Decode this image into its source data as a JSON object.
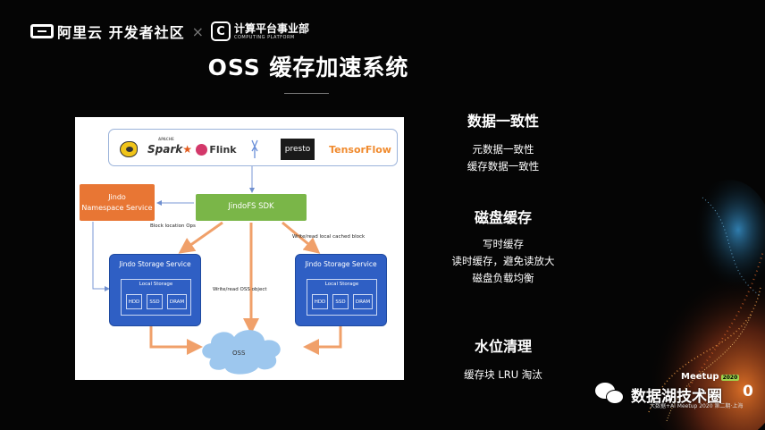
{
  "header": {
    "org": "阿里云 开发者社区",
    "separator": "×",
    "partner_icon_letter": "C",
    "partner_name": "计算平台事业部",
    "partner_subtitle": "COMPUTING PLATFORM"
  },
  "title": "OSS 缓存加速系统",
  "diagram": {
    "frameworks": [
      "Spark",
      "Flink",
      "presto",
      "TensorFlow"
    ],
    "spark_prefix": "APACHE",
    "namespace_service": [
      "Jindo",
      "Namespace Service"
    ],
    "sdk": "JindoFS SDK",
    "block_location_label": "Block location Ops",
    "local_cache_label": "Write/read local cached block",
    "oss_object_label": "Write/read OSS object",
    "storage_service_title": "Jindo Storage Service",
    "local_storage_title": "Local Storage",
    "tiers": [
      "HDD",
      "SSD",
      "DRAM"
    ],
    "oss_label": "OSS"
  },
  "features": [
    {
      "heading": "数据一致性",
      "lines": [
        "元数据一致性",
        "缓存数据一致性"
      ]
    },
    {
      "heading": "磁盘缓存",
      "lines": [
        "写时缓存",
        "读时缓存，避免读放大",
        "磁盘负载均衡"
      ]
    },
    {
      "heading": "水位清理",
      "lines": [
        "缓存块 LRU 淘汰"
      ]
    }
  ],
  "footer": {
    "meetup": "Meetup",
    "meetup_tag": "2020",
    "meetup_sub": "大数据+AI Meetup 2020 第二期·上海",
    "zero": "0",
    "wechat_name": "数据湖技术圈"
  },
  "colors": {
    "background": "#050505",
    "namespace_orange": "#e87634",
    "sdk_green": "#7ab648",
    "storage_blue": "#2f5fc4",
    "arrow_orange": "#f0a06a",
    "cloud_blue": "#9dc7ee"
  }
}
